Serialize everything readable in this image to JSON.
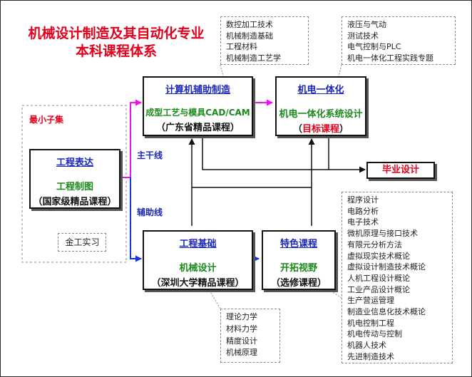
{
  "title": [
    "机械设计制造及其自动化专业",
    "本科课程体系"
  ],
  "min_subset_label": "最小子集",
  "main_line_label": "主干线",
  "aux_line_label": "辅助线",
  "boxes": {
    "cad": {
      "header": "计算机辅助制造",
      "line1": "成型工艺与模具CAD/CAM",
      "line2": "（广东省精品课程）"
    },
    "mecha": {
      "header": "机电一体化",
      "line1": "机电一体化系统设计",
      "line2_pre": "（",
      "line2": "目标课程",
      "line2_post": "）"
    },
    "eng_expr": {
      "header": "工程表达",
      "line1": "工程制图",
      "line2": "（国家级精品课程）"
    },
    "eng_basic": {
      "header": "工程基础",
      "line1": "机械设计",
      "line2": "（深圳大学精品课程）"
    },
    "special": {
      "header": "特色课程",
      "line1": "开拓视野",
      "line2": "（选修课程）"
    },
    "thesis": {
      "label": "毕业设计"
    },
    "workshop": {
      "label": "金工实习"
    }
  },
  "lists": {
    "cad_topics": [
      "数控加工技术",
      "机械制造基础",
      "工程材料",
      "机械制造工艺学"
    ],
    "mecha_topics": [
      "液压与气动",
      "测试技术",
      "电气控制与PLC",
      "机电一体化工程实践专题"
    ],
    "basic_topics": [
      "理论力学",
      "材料力学",
      "精度设计",
      "机械原理"
    ],
    "elective_topics": [
      "程序设计",
      "电路分析",
      "电子技术",
      "微机原理与接口技术",
      "有限元分析方法",
      "虚拟现实技术概论",
      "虚拟设计制造技术概论",
      "人机工程设计概论",
      "工业产品设计概论",
      "生产营运管理",
      "制造业信息化技术概论",
      "机电控制工程",
      "机电传动与控制",
      "机器人技术",
      "先进制造技术"
    ]
  },
  "colors": {
    "title": "#e3001b",
    "main_line": "#ee11ee",
    "aux_line": "#1133ee",
    "header": "#1b27b8",
    "course": "#1a8a1a",
    "target": "#e3001b"
  }
}
